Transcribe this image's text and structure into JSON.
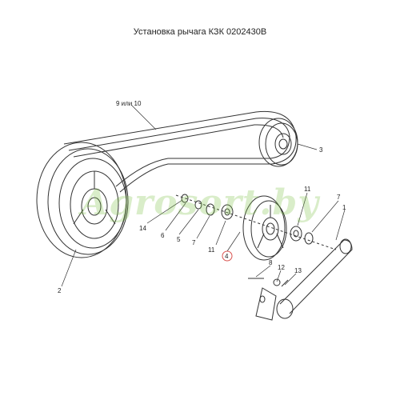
{
  "title": "Установка рычага КЗК 0202430В",
  "watermark": "Agrosort.by",
  "callouts": [
    "1",
    "2",
    "3",
    "4",
    "5",
    "6",
    "7",
    "7",
    "8",
    "9 или 10",
    "11",
    "11",
    "12",
    "13",
    "14"
  ],
  "colors": {
    "line": "#333333",
    "highlight": "#d9534f",
    "watermark": "#7ebe3c"
  }
}
